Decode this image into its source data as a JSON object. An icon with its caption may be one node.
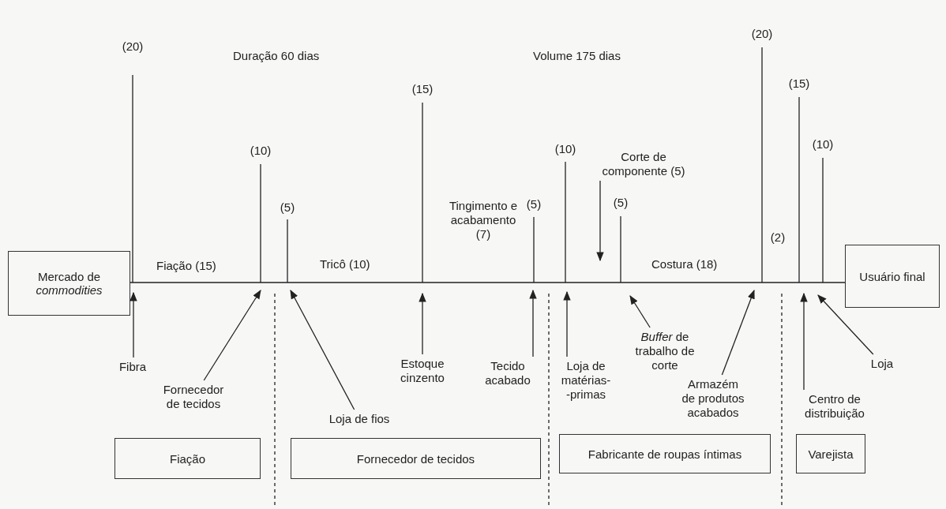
{
  "diagram": {
    "nodes": [
      {
        "text": [
          "Mercado de *commodities*"
        ]
      },
      {
        "text": [
          "Usuário final"
        ]
      },
      {
        "text": [
          "Fibra"
        ]
      },
      {
        "text": [
          "Fornecedor de tecidos"
        ]
      },
      {
        "text": [
          "Loja de fios"
        ]
      },
      {
        "text": [
          "Estoque cinzento"
        ]
      },
      {
        "text": [
          "Tecido acabado"
        ]
      },
      {
        "text": [
          "Loja de matérias- -primas"
        ]
      },
      {
        "text": [
          "*Buffer* de trabalho de corte"
        ]
      },
      {
        "text": [
          "Armazém de produtos acabados"
        ]
      },
      {
        "text": [
          "Centro de distribuição"
        ]
      },
      {
        "text": [
          "Loja"
        ]
      },
      {
        "text": [
          "Fiação"
        ]
      },
      {
        "text": [
          "Fornecedor de tecidos"
        ]
      },
      {
        "text": [
          "Fabricante de roupas íntimas"
        ]
      },
      {
        "text": [
          "Varejista"
        ]
      },
      {
        "text": [
          "Corte de componente (5)"
        ]
      }
    ],
    "edges": [
      {
        "from": 0,
        "to": 1,
        "arrow": "none"
      },
      {
        "from": 2,
        "to": 0,
        "arrow": "to"
      },
      {
        "from": 3,
        "to": null,
        "arrow": "to"
      },
      {
        "from": 4,
        "to": null,
        "arrow": "to"
      },
      {
        "from": 5,
        "to": null,
        "arrow": "to"
      },
      {
        "from": 6,
        "to": null,
        "arrow": "to"
      },
      {
        "from": 7,
        "to": null,
        "arrow": "to"
      },
      {
        "from": 8,
        "to": null,
        "arrow": "to"
      },
      {
        "from": 9,
        "to": null,
        "arrow": "to"
      },
      {
        "from": 10,
        "to": null,
        "arrow": "to"
      },
      {
        "from": 11,
        "to": null,
        "arrow": "to"
      },
      {
        "from": 16,
        "to": null,
        "arrow": "to"
      }
    ],
    "labels": [
      "(20)",
      "Duração 60 dias",
      "(10)",
      "(5)",
      "Fiação (15)",
      "Tricô (10)",
      "(15)",
      "Volume 175 dias",
      "Tingimento e acabamento (7)",
      "(5)",
      "(10)",
      "(5)",
      "Costura (18)",
      "(20)",
      "(15)",
      "(10)",
      "(2)"
    ]
  }
}
